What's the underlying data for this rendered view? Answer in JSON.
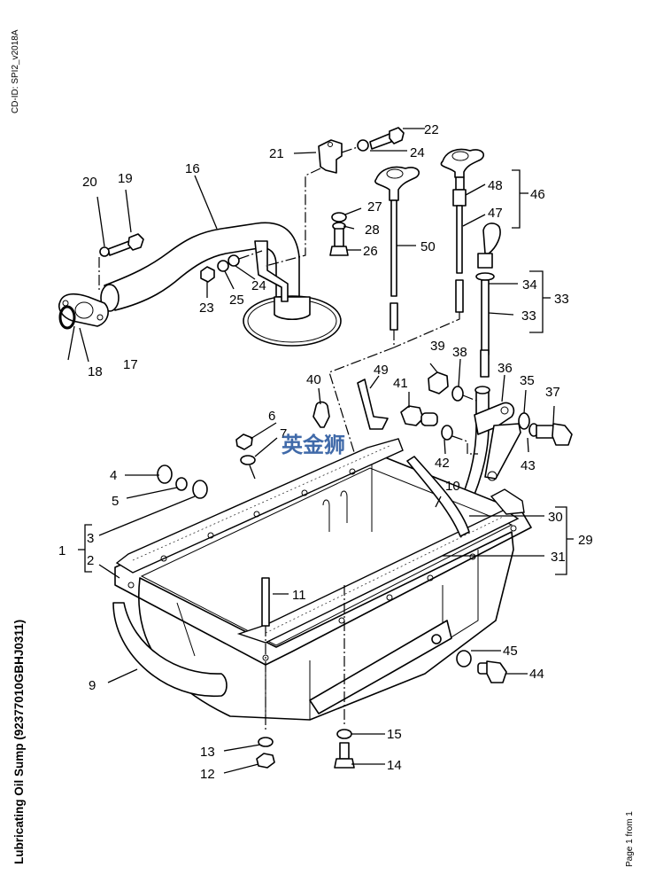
{
  "document": {
    "cd_id": "CD-ID: SPI2_v2018A",
    "title": "Lubricating Oil Sump (92377010GBHJ0311)",
    "page_info": "Page 1 from 1",
    "watermark": "英金狮",
    "watermark_color": "#2c5aa0"
  },
  "callouts": [
    {
      "id": "c1",
      "text": "1"
    },
    {
      "id": "c2",
      "text": "2"
    },
    {
      "id": "c3",
      "text": "3"
    },
    {
      "id": "c4",
      "text": "4"
    },
    {
      "id": "c5",
      "text": "5"
    },
    {
      "id": "c6",
      "text": "6"
    },
    {
      "id": "c7",
      "text": "7"
    },
    {
      "id": "c9",
      "text": "9"
    },
    {
      "id": "c10",
      "text": "10"
    },
    {
      "id": "c11",
      "text": "11"
    },
    {
      "id": "c12",
      "text": "12"
    },
    {
      "id": "c13",
      "text": "13"
    },
    {
      "id": "c14",
      "text": "14"
    },
    {
      "id": "c15",
      "text": "15"
    },
    {
      "id": "c16",
      "text": "16"
    },
    {
      "id": "c17",
      "text": "17"
    },
    {
      "id": "c18",
      "text": "18"
    },
    {
      "id": "c19",
      "text": "19"
    },
    {
      "id": "c20",
      "text": "20"
    },
    {
      "id": "c21",
      "text": "21"
    },
    {
      "id": "c22",
      "text": "22"
    },
    {
      "id": "c23",
      "text": "23"
    },
    {
      "id": "c24a",
      "text": "24"
    },
    {
      "id": "c24b",
      "text": "24"
    },
    {
      "id": "c25",
      "text": "25"
    },
    {
      "id": "c26",
      "text": "26"
    },
    {
      "id": "c27",
      "text": "27"
    },
    {
      "id": "c28",
      "text": "28"
    },
    {
      "id": "c29",
      "text": "29"
    },
    {
      "id": "c30",
      "text": "30"
    },
    {
      "id": "c31",
      "text": "31"
    },
    {
      "id": "c33a",
      "text": "33"
    },
    {
      "id": "c33b",
      "text": "33"
    },
    {
      "id": "c34",
      "text": "34"
    },
    {
      "id": "c35",
      "text": "35"
    },
    {
      "id": "c36",
      "text": "36"
    },
    {
      "id": "c37",
      "text": "37"
    },
    {
      "id": "c38",
      "text": "38"
    },
    {
      "id": "c39",
      "text": "39"
    },
    {
      "id": "c40",
      "text": "40"
    },
    {
      "id": "c41",
      "text": "41"
    },
    {
      "id": "c42",
      "text": "42"
    },
    {
      "id": "c43",
      "text": "43"
    },
    {
      "id": "c44",
      "text": "44"
    },
    {
      "id": "c45",
      "text": "45"
    },
    {
      "id": "c46",
      "text": "46"
    },
    {
      "id": "c47",
      "text": "47"
    },
    {
      "id": "c48",
      "text": "48"
    },
    {
      "id": "c49",
      "text": "49"
    },
    {
      "id": "c50",
      "text": "50"
    }
  ]
}
